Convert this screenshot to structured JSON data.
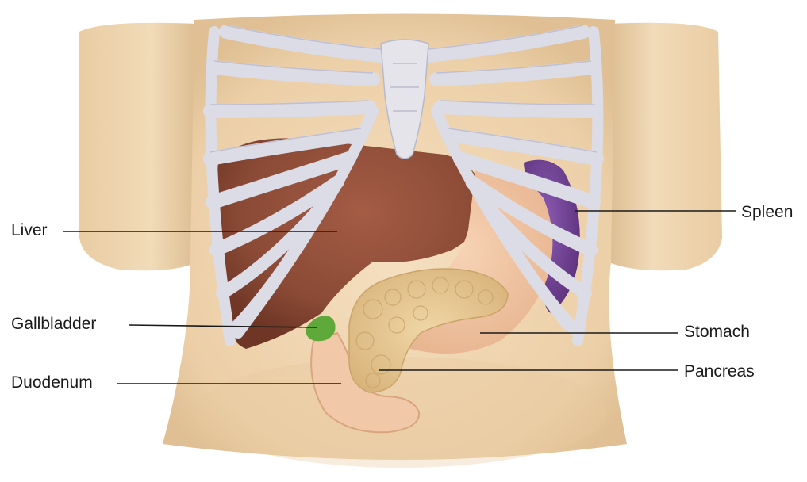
{
  "labels": {
    "liver": "Liver",
    "gallbladder": "Gallbladder",
    "duodenum": "Duodenum",
    "spleen": "Spleen",
    "stomach": "Stomach",
    "pancreas": "Pancreas"
  },
  "colors": {
    "skin": "#f0d9b5",
    "skin_shadow": "#e2c49a",
    "bone": "#dcdce6",
    "bone_edge": "#b9b9cc",
    "liver": "#8a4a35",
    "liver_light": "#a8604a",
    "spleen": "#6b3c8f",
    "stomach": "#efc3a2",
    "pancreas": "#e6c892",
    "gallbladder": "#5fa83a",
    "duodenum": "#f2c9a8",
    "leader_line": "#1a1a1a"
  }
}
